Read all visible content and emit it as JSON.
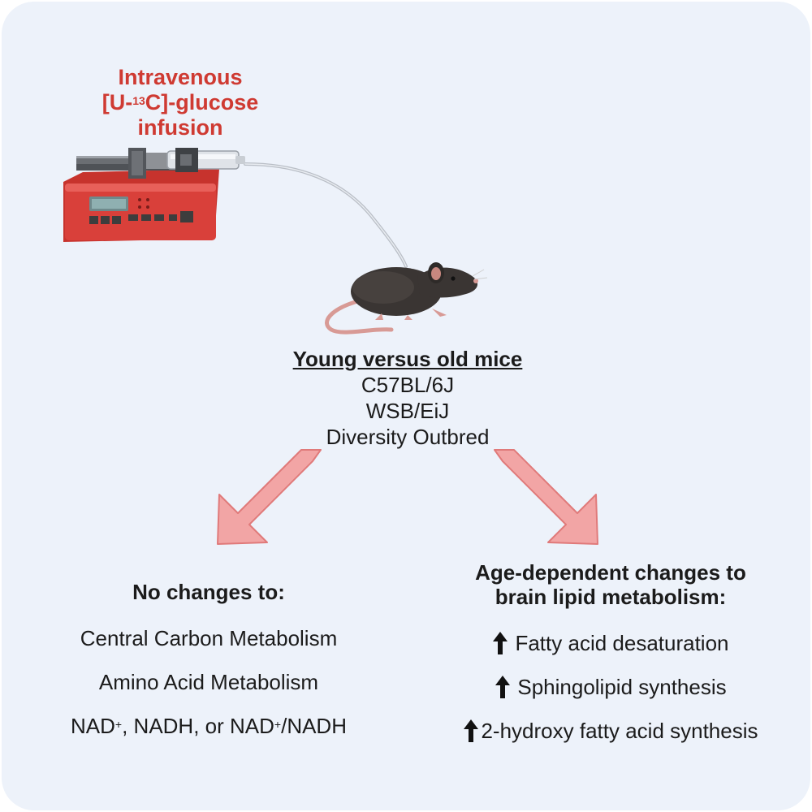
{
  "infusion": {
    "line1": "Intravenous",
    "line2_pre": "[U-",
    "line2_sup": "13",
    "line2_post": "C]-glucose",
    "line3": "infusion"
  },
  "mice": {
    "heading": "Young versus old mice",
    "strains": [
      "C57BL/6J",
      "WSB/EiJ",
      "Diversity Outbred"
    ]
  },
  "left": {
    "heading": "No changes to:",
    "items": [
      "Central Carbon Metabolism",
      "Amino Acid Metabolism"
    ],
    "nad_a": "NAD",
    "nad_sup1": "+",
    "nad_b": ", NADH, or NAD",
    "nad_sup2": "+",
    "nad_c": "/NADH"
  },
  "right": {
    "heading_line1": "Age-dependent changes to",
    "heading_line2": "brain lipid metabolism:",
    "items": [
      "Fatty acid desaturation",
      "Sphingolipid synthesis",
      "2-hydroxy fatty acid synthesis"
    ]
  },
  "colors": {
    "panel_bg": "#edf2fa",
    "accent_red": "#cf3a32",
    "arrow_fill": "#f2a5a5",
    "arrow_stroke": "#e07a7a",
    "pump_red": "#d9403a",
    "mouse_body": "#3a3533"
  }
}
